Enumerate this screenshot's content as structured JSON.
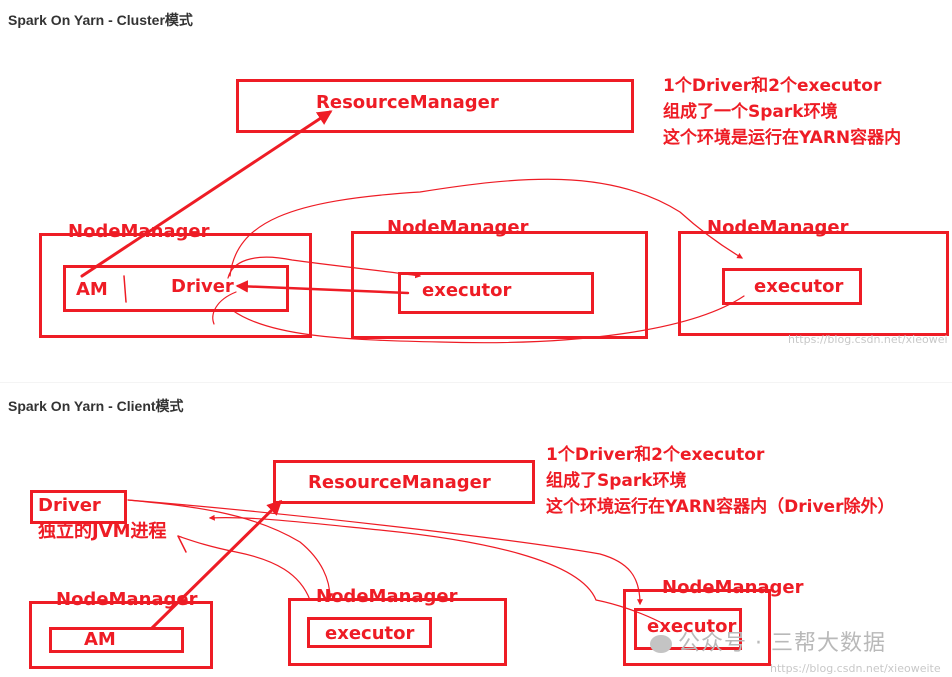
{
  "titles": {
    "cluster": "Spark On Yarn - Cluster模式",
    "client": "Spark On Yarn - Client模式"
  },
  "cluster": {
    "resource_manager": "ResourceManager",
    "node1": "NodeManager",
    "am": "AM",
    "driver": "Driver",
    "node2": "NodeManager",
    "executor1": "executor",
    "node3": "NodeManager",
    "executor2": "executor",
    "note": [
      "1个Driver和2个executor",
      "组成了一个Spark环境",
      "这个环境是运行在YARN容器内"
    ]
  },
  "client": {
    "resource_manager": "ResourceManager",
    "driver": "Driver",
    "driver_note": "独立的JVM进程",
    "node1": "NodeManager",
    "am": "AM",
    "node2": "NodeManager",
    "executor1": "executor",
    "node3": "NodeManager",
    "executor2": "executor",
    "note": [
      "1个Driver和2个executor",
      "组成了Spark环境",
      "这个环境运行在YARN容器内（Driver除外）"
    ]
  },
  "watermarks": {
    "url_top": "https://blog.csdn.net/xieowei",
    "url_bottom": "https://blog.csdn.net/xieoweite",
    "account": "公众号 · 三帮大数据"
  },
  "colors": {
    "ink": "#ee1c25",
    "title": "#333333"
  }
}
